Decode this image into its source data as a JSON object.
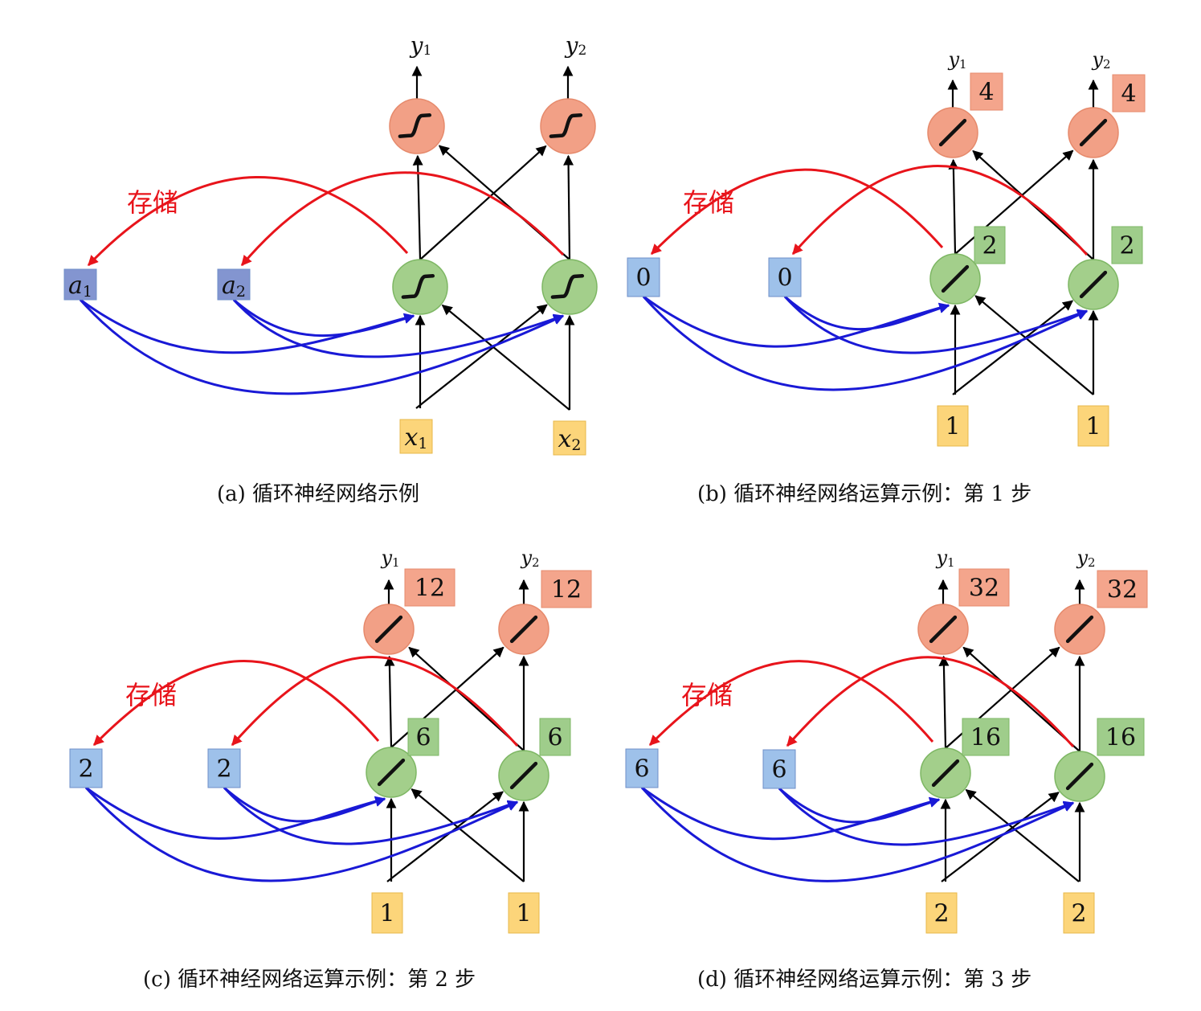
{
  "colors": {
    "red": "#e8141b",
    "blue": "#1919d6",
    "black": "#000000",
    "out_fill": "#f2a086",
    "out_stroke": "#e68a6c",
    "hid_fill": "#a3cf8b",
    "hid_stroke": "#7eb764",
    "mem_fill": "#9ec1ea",
    "mem_dark_fill": "#8395d0",
    "in_fill": "#fcd57a",
    "out_box": "#f4a58c",
    "hid_box": "#9fcd8b"
  },
  "icons": {
    "sigmoid": "sigmoid-curve-icon",
    "linear": "linear-line-icon"
  },
  "panels": [
    {
      "id": "a",
      "activation": "sigmoid",
      "store_label": "存储",
      "memory": [
        {
          "base": "a",
          "sub": "1"
        },
        {
          "base": "a",
          "sub": "2"
        }
      ],
      "inputs": [
        {
          "base": "x",
          "sub": "1"
        },
        {
          "base": "x",
          "sub": "2"
        }
      ],
      "outputs": [
        {
          "base": "y",
          "sub": "1"
        },
        {
          "base": "y",
          "sub": "2"
        }
      ],
      "hidden_values": [],
      "output_values": [],
      "caption": "(a) 循环神经网络示例"
    },
    {
      "id": "b",
      "activation": "linear",
      "store_label": "存储",
      "memory": [
        {
          "text": "0"
        },
        {
          "text": "0"
        }
      ],
      "inputs": [
        {
          "text": "1"
        },
        {
          "text": "1"
        }
      ],
      "outputs": [
        {
          "base": "y",
          "sub": "1"
        },
        {
          "base": "y",
          "sub": "2"
        }
      ],
      "hidden_values": [
        "2",
        "2"
      ],
      "output_values": [
        "4",
        "4"
      ],
      "caption": "(b) 循环神经网络运算示例：第 1 步"
    },
    {
      "id": "c",
      "activation": "linear",
      "store_label": "存储",
      "memory": [
        {
          "text": "2"
        },
        {
          "text": "2"
        }
      ],
      "inputs": [
        {
          "text": "1"
        },
        {
          "text": "1"
        }
      ],
      "outputs": [
        {
          "base": "y",
          "sub": "1"
        },
        {
          "base": "y",
          "sub": "2"
        }
      ],
      "hidden_values": [
        "6",
        "6"
      ],
      "output_values": [
        "12",
        "12"
      ],
      "caption": "(c) 循环神经网络运算示例：第 2 步"
    },
    {
      "id": "d",
      "activation": "linear",
      "store_label": "存储",
      "memory": [
        {
          "text": "6"
        },
        {
          "text": "6"
        }
      ],
      "inputs": [
        {
          "text": "2"
        },
        {
          "text": "2"
        }
      ],
      "outputs": [
        {
          "base": "y",
          "sub": "1"
        },
        {
          "base": "y",
          "sub": "2"
        }
      ],
      "hidden_values": [
        "16",
        "16"
      ],
      "output_values": [
        "32",
        "32"
      ],
      "caption": "(d) 循环神经网络运算示例：第 3 步"
    }
  ]
}
